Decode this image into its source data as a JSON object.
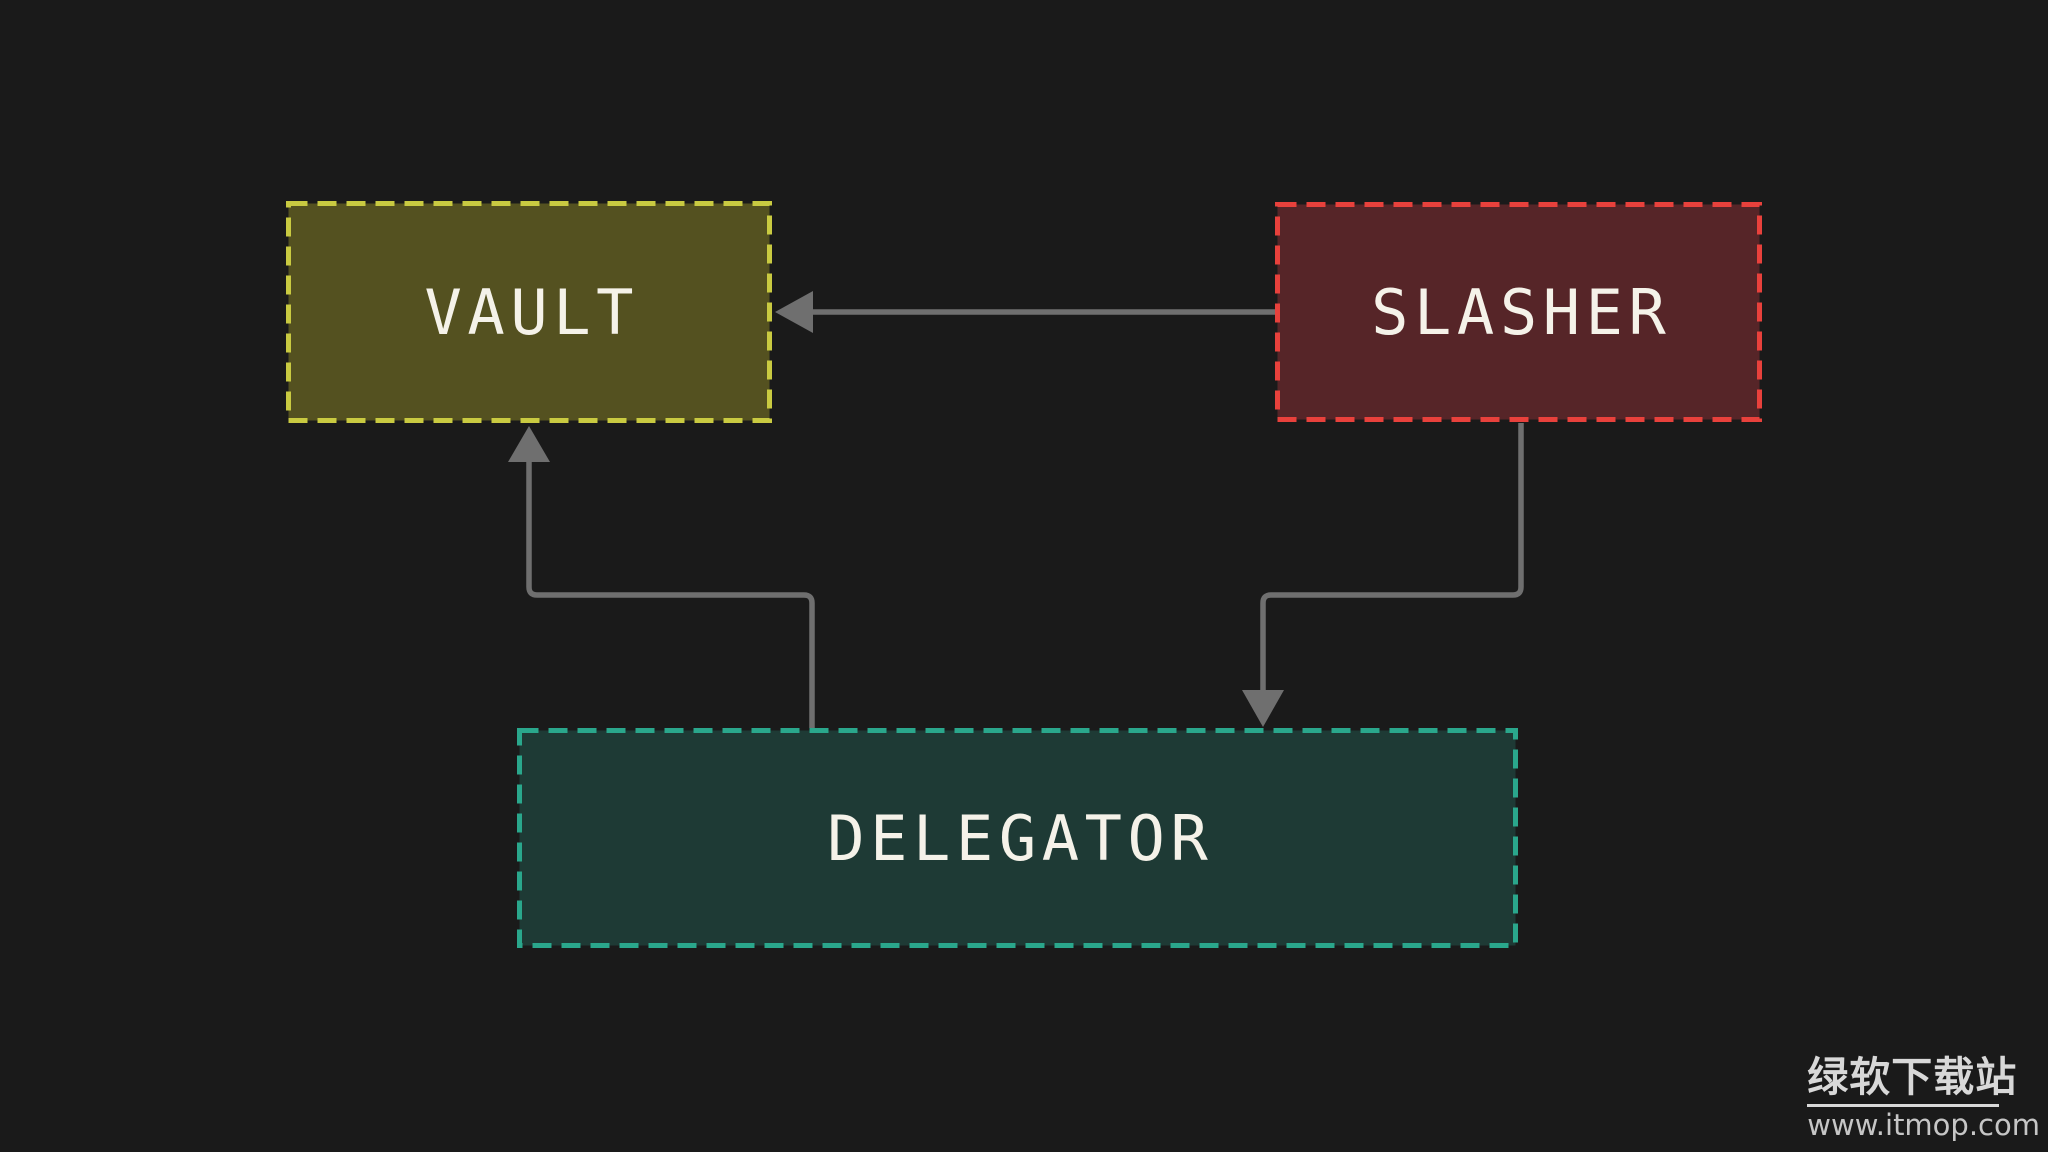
{
  "diagram": {
    "background_color": "#1a1a1a",
    "arrow_color": "#6f6f6f",
    "label_text_color": "#f5f2e9",
    "nodes": [
      {
        "id": "vault",
        "label": "VAULT",
        "fill_color": "#545120",
        "border_color": "#c9ca41"
      },
      {
        "id": "slasher",
        "label": "SLASHER",
        "fill_color": "#562528",
        "border_color": "#e8413c"
      },
      {
        "id": "delegator",
        "label": "DELEGATOR",
        "fill_color": "#1e3a35",
        "border_color": "#2aa78c"
      }
    ],
    "edges": [
      {
        "from": "SLASHER",
        "to": "VAULT"
      },
      {
        "from": "DELEGATOR",
        "to": "VAULT"
      },
      {
        "from": "SLASHER",
        "to": "DELEGATOR"
      }
    ]
  },
  "watermark": {
    "site_name": "绿软下载站",
    "url": "www.itmop.com",
    "text_color": "#d8d8d8"
  }
}
